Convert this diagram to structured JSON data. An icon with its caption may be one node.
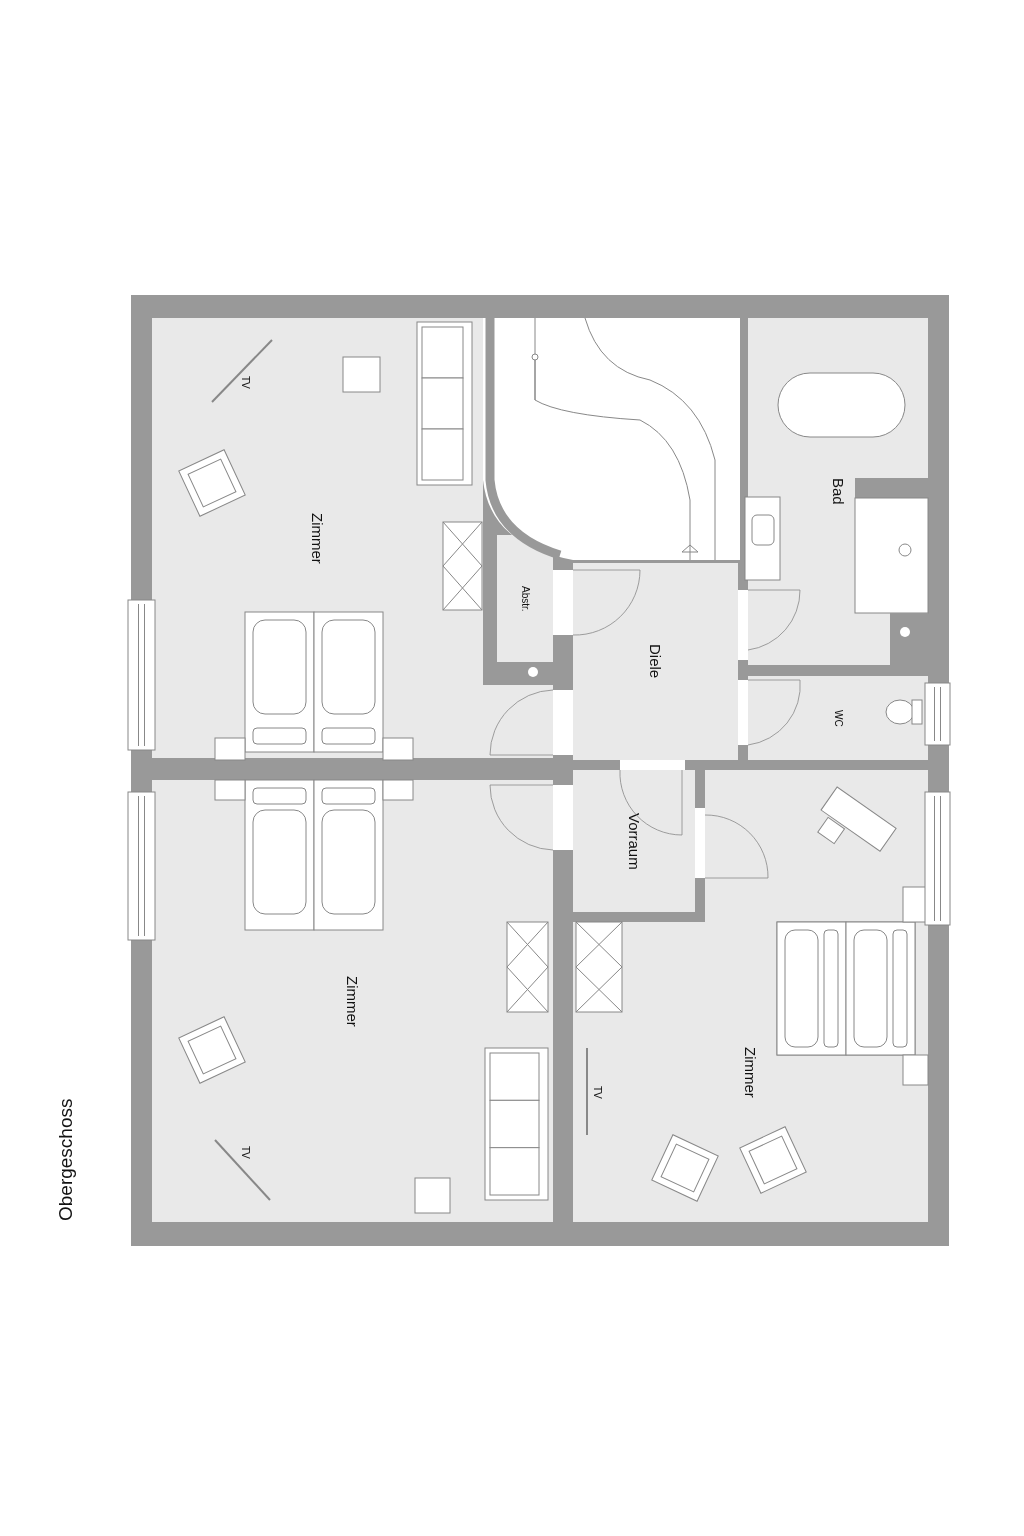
{
  "diagram": {
    "title": "Obergeschoss",
    "nodes": [
      {
        "text": [
          "Zimmer"
        ]
      },
      {
        "text": [
          "Abstr."
        ]
      },
      {
        "text": [
          "Diele"
        ]
      },
      {
        "text": [
          "Bad"
        ]
      },
      {
        "text": [
          "WC"
        ]
      },
      {
        "text": [
          "Zimmer"
        ]
      },
      {
        "text": [
          "Vorraum"
        ]
      },
      {
        "text": [
          "Zimmer"
        ]
      }
    ],
    "labels": [
      "TV",
      "TV",
      "TV"
    ]
  }
}
